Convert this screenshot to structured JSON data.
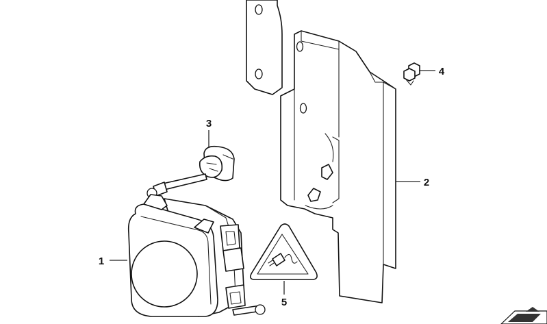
{
  "callouts": [
    {
      "id": "1",
      "label": "1"
    },
    {
      "id": "2",
      "label": "2"
    },
    {
      "id": "3",
      "label": "3"
    },
    {
      "id": "4",
      "label": "4"
    },
    {
      "id": "5",
      "label": "5"
    }
  ],
  "parts": [
    {
      "callout": "1",
      "name": "sensor-unit"
    },
    {
      "callout": "2",
      "name": "mounting-bracket"
    },
    {
      "callout": "3",
      "name": "clip-nut"
    },
    {
      "callout": "4",
      "name": "screw"
    },
    {
      "callout": "5",
      "name": "warning-label"
    }
  ],
  "icons": {
    "corner_symbol": "arrow-block-icon",
    "label_symbol": "plug-warning-icon"
  },
  "colors": {
    "line": "#111111",
    "background": "#ffffff",
    "corner_symbol": "#333333"
  }
}
